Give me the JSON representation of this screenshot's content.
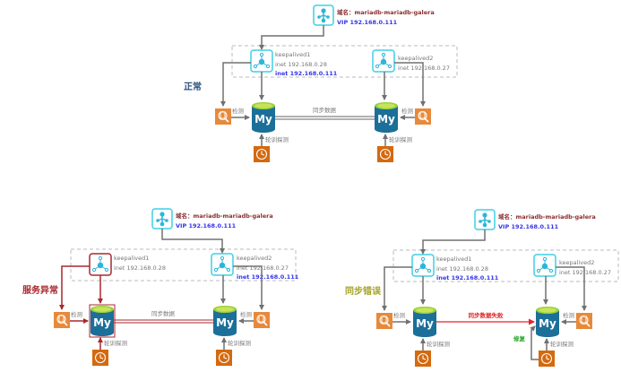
{
  "colors": {
    "cyan": "#3fcfe6",
    "mysql_body": "#1b6f98",
    "mysql_top": "#9bcf3a",
    "check_orange": "#e8893a",
    "clock_orange": "#d4690f",
    "arrow_gray": "#707070",
    "error_red": "#a8292f",
    "fail_red": "#e0262b",
    "domain_red": "#8b2f2f",
    "vip_blue": "#3333ee",
    "repair_green": "#2aa52a"
  },
  "panels": [
    {
      "id": "normal",
      "state_label": "正常",
      "state_color": "#2d527e",
      "domain_label": "域名：mariadb-mariadb-galera",
      "vip_label": "VIP 192.168.0.111",
      "vip_target": "keepalived1",
      "keepalived1": {
        "name": "keepalived1",
        "inet": "inet  192.168.0.28",
        "vip_inet": "inet  192.168.0.111"
      },
      "keepalived2": {
        "name": "keepalived2",
        "inet": "inet  192.168.0.27",
        "vip_inet": ""
      },
      "check_label_left": "检测",
      "check_label_right": "检测",
      "sync_label": "同步数据",
      "poll_label_left": "轮训探测",
      "poll_label_right": "轮训探测",
      "repair_label": ""
    },
    {
      "id": "service-error",
      "state_label": "服务异常",
      "state_color": "#a8292f",
      "domain_label": "域名：mariadb-mariadb-galera",
      "vip_label": "VIP 192.168.0.111",
      "vip_target": "keepalived2",
      "keepalived1": {
        "name": "keepalived1",
        "inet": "inet  192.168.0.28",
        "vip_inet": ""
      },
      "keepalived2": {
        "name": "keepalived2",
        "inet": "inet  192.168.0.27",
        "vip_inet": "inet  192.168.0.111"
      },
      "check_label_left": "检测",
      "check_label_right": "检测",
      "sync_label": "同步数据",
      "poll_label_left": "轮训探测",
      "poll_label_right": "轮训探测",
      "repair_label": ""
    },
    {
      "id": "sync-error",
      "state_label": "同步错误",
      "state_color": "#a6a22a",
      "domain_label": "域名：mariadb-mariadb-galera",
      "vip_label": "VIP 192.168.0.111",
      "vip_target": "keepalived1",
      "keepalived1": {
        "name": "keepalived1",
        "inet": "inet  192.168.0.28",
        "vip_inet": "inet  192.168.0.111"
      },
      "keepalived2": {
        "name": "keepalived2",
        "inet": "inet  192.168.0.27",
        "vip_inet": ""
      },
      "check_label_left": "检测",
      "check_label_right": "检测",
      "sync_label": "同步数据失败",
      "poll_label_left": "轮训探测",
      "poll_label_right": "轮训探测",
      "repair_label": "修复"
    }
  ]
}
